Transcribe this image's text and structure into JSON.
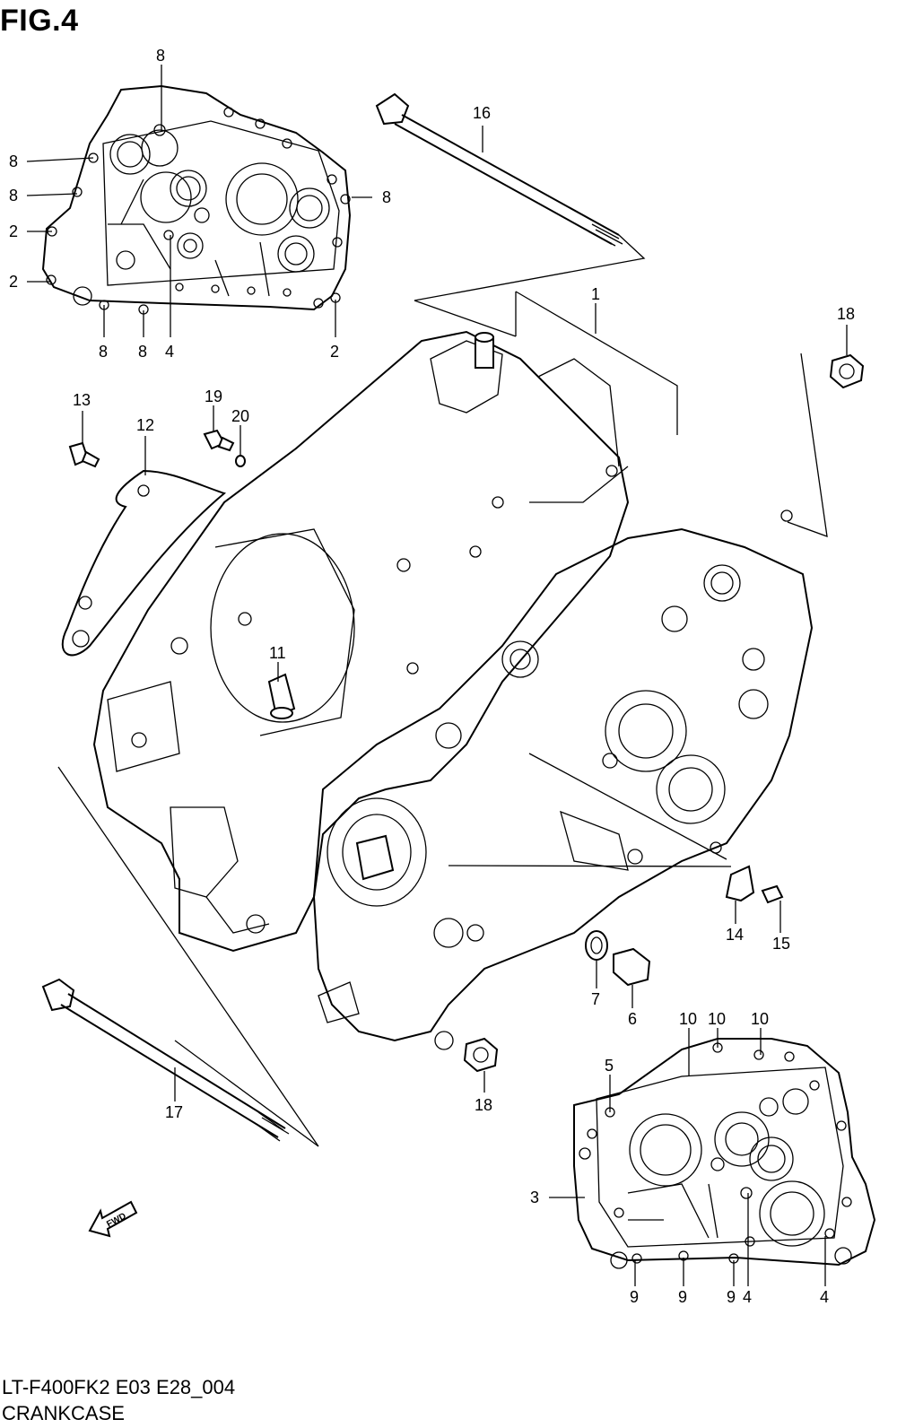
{
  "figure": {
    "title": "FIG.4",
    "code": "LT-F400FK2 E03 E28_004",
    "name": "CRANKCASE",
    "fwd_label": "FWD"
  },
  "callouts": [
    {
      "id": "c8a",
      "label": "8"
    },
    {
      "id": "c8b",
      "label": "8"
    },
    {
      "id": "c8c",
      "label": "8"
    },
    {
      "id": "c8d",
      "label": "8"
    },
    {
      "id": "c2a",
      "label": "2"
    },
    {
      "id": "c2b",
      "label": "2"
    },
    {
      "id": "c8e",
      "label": "8"
    },
    {
      "id": "c8f",
      "label": "8"
    },
    {
      "id": "c4a",
      "label": "4"
    },
    {
      "id": "c2c",
      "label": "2"
    },
    {
      "id": "c16",
      "label": "16"
    },
    {
      "id": "c1",
      "label": "1"
    },
    {
      "id": "c18a",
      "label": "18"
    },
    {
      "id": "c13",
      "label": "13"
    },
    {
      "id": "c12",
      "label": "12"
    },
    {
      "id": "c19",
      "label": "19"
    },
    {
      "id": "c20",
      "label": "20"
    },
    {
      "id": "c11",
      "label": "11"
    },
    {
      "id": "c14",
      "label": "14"
    },
    {
      "id": "c15",
      "label": "15"
    },
    {
      "id": "c7",
      "label": "7"
    },
    {
      "id": "c6",
      "label": "6"
    },
    {
      "id": "c18b",
      "label": "18"
    },
    {
      "id": "c17",
      "label": "17"
    },
    {
      "id": "c10a",
      "label": "10"
    },
    {
      "id": "c10b",
      "label": "10"
    },
    {
      "id": "c10c",
      "label": "10"
    },
    {
      "id": "c5",
      "label": "5"
    },
    {
      "id": "c3",
      "label": "3"
    },
    {
      "id": "c9a",
      "label": "9"
    },
    {
      "id": "c9b",
      "label": "9"
    },
    {
      "id": "c9c",
      "label": "9"
    },
    {
      "id": "c4b",
      "label": "4"
    },
    {
      "id": "c4c",
      "label": "4"
    }
  ]
}
